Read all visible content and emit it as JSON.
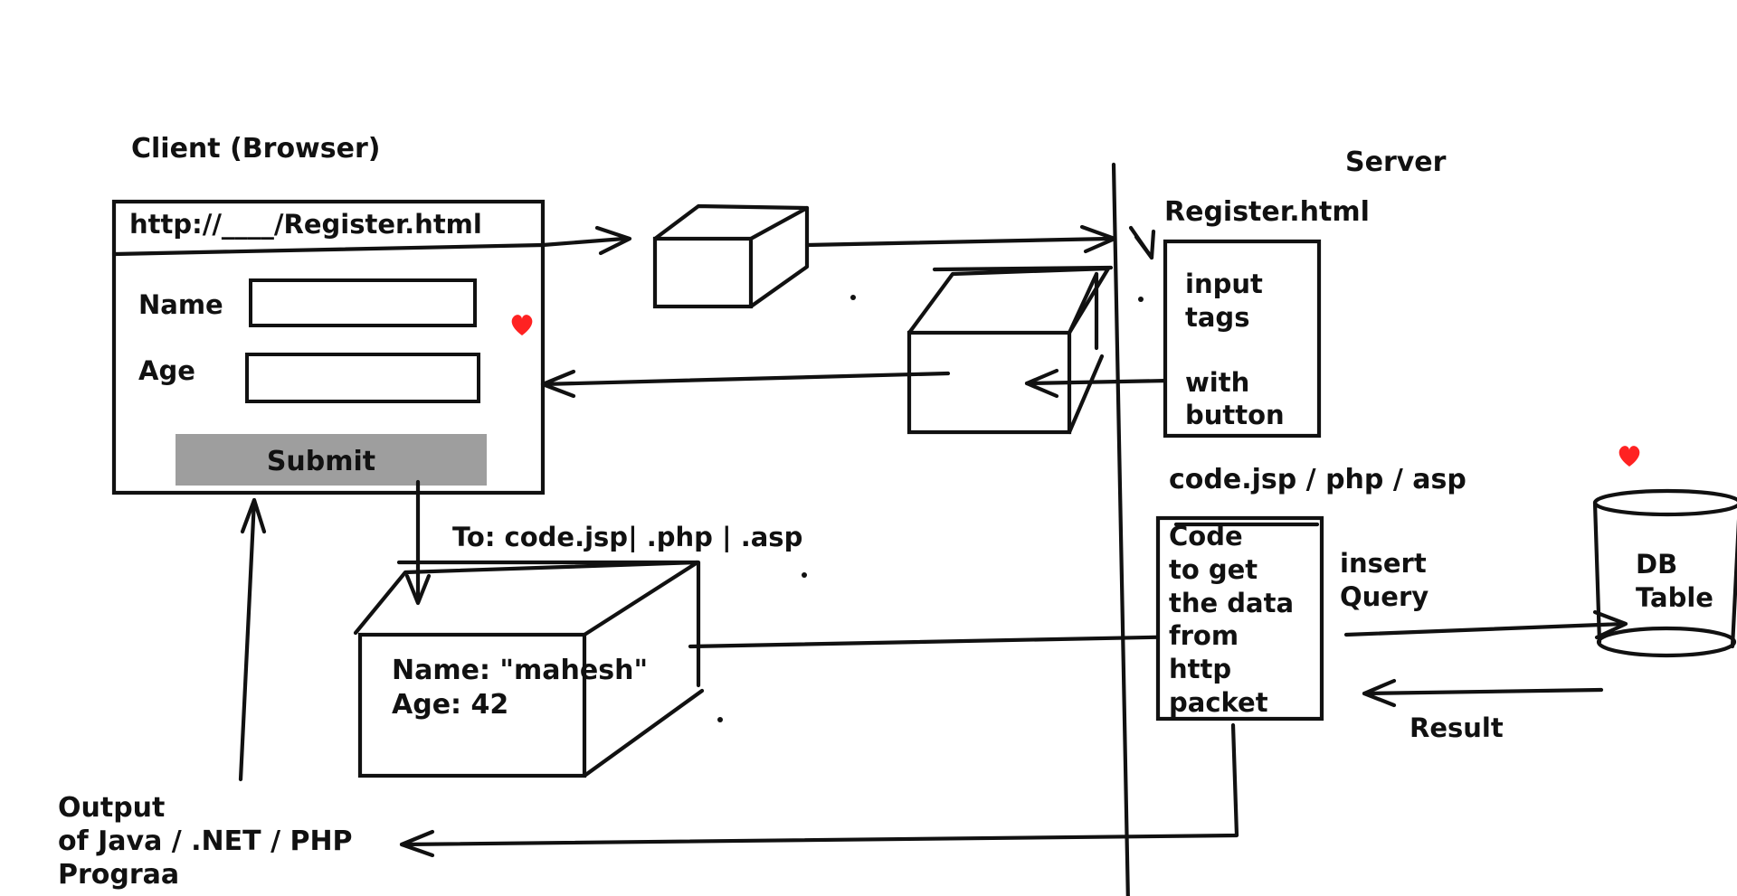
{
  "client": {
    "title": "Client (Browser)",
    "url": "http://____/Register.html",
    "name_label": "Name",
    "age_label": "Age",
    "submit_label": "Submit"
  },
  "server": {
    "title": "Server"
  },
  "register_page": {
    "title": "Register.html",
    "lines": [
      "input",
      "tags",
      "with",
      "button"
    ]
  },
  "packet": {
    "to": "To: code.jsp| .php | .asp",
    "line1": "Name: \"mahesh\"",
    "line2": "Age: 42"
  },
  "code_box": {
    "title": "code.jsp / php / asp",
    "lines": [
      "Code",
      "to get",
      "the data",
      "from",
      "http",
      "packet"
    ]
  },
  "db": {
    "lines": [
      "DB",
      "Table"
    ],
    "insert_lines": [
      "insert",
      "Query"
    ],
    "result": "Result"
  },
  "output": {
    "lines": [
      "Output",
      "of Java / .NET / PHP",
      "Prograa"
    ]
  },
  "colors": {
    "ink": "#111111",
    "submit_bg": "#9e9e9e",
    "heart": "#ff2222"
  },
  "icons": [
    "heart-icon",
    "arrow-head"
  ]
}
